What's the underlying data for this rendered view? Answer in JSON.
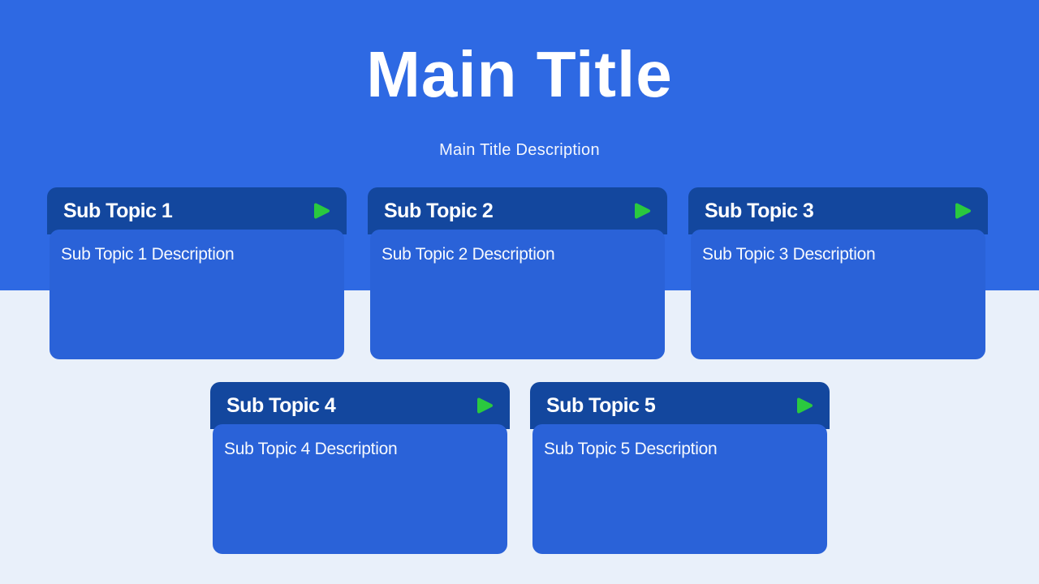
{
  "slide": {
    "title": "Main Title",
    "description": "Main Title Description"
  },
  "colors": {
    "hero_bg": "#2e69e3",
    "page_bg": "#e9f0fa",
    "card_header": "#13479e",
    "card_body": "#2a62d8",
    "arrow_green": "#2ac93f",
    "text_white": "#ffffff"
  },
  "icons": {
    "play": "play-triangle-icon"
  },
  "cards": [
    {
      "title": "Sub Topic 1",
      "description": "Sub Topic 1 Description"
    },
    {
      "title": "Sub Topic 2",
      "description": "Sub Topic 2 Description"
    },
    {
      "title": "Sub Topic 3",
      "description": "Sub Topic 3 Description"
    },
    {
      "title": "Sub Topic 4",
      "description": "Sub Topic 4 Description"
    },
    {
      "title": "Sub Topic 5",
      "description": "Sub Topic 5 Description"
    }
  ]
}
